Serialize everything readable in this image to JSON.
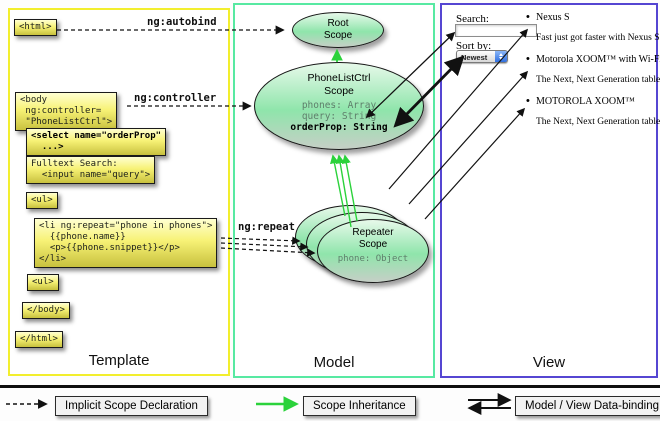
{
  "columns": {
    "template": "Template",
    "model": "Model",
    "view": "View"
  },
  "colors": {
    "template_border": "#f2ee2d",
    "model_border": "#57e9a2",
    "view_border": "#5546d2",
    "scope_inheritance_green": "#2bd23b",
    "code_box_yellow_top": "#ffffd2",
    "code_box_yellow_bottom": "#c8c13e"
  },
  "connectors": {
    "autobind": "ng:autobind",
    "controller": "ng:controller",
    "repeat": "ng:repeat"
  },
  "code": {
    "html_open": "<html>",
    "body_open": "<body\n ng:controller=\n \"PhoneListCtrl\">",
    "select": "<select name=\"orderProp\"\n  ...>",
    "fulltext": "Fulltext Search:\n  <input name=\"query\">",
    "ul_open": "<ul>",
    "li_repeat": "<li ng:repeat=\"phone in phones\">\n  {{phone.name}}\n  <p>{{phone.snippet}}</p>\n</li>",
    "ul_close": "<ul>",
    "body_close": "</body>",
    "html_close": "</html>"
  },
  "scopes": {
    "root": {
      "title": "Root\nScope"
    },
    "phonelist": {
      "title": "PhoneListCtrl\nScope",
      "prop1": "phones: Array",
      "prop2": "query: String",
      "prop3": "orderProp: String"
    },
    "repeater": {
      "title": "Repeater\nScope",
      "prop": "phone: Object"
    }
  },
  "view": {
    "search_label": "Search:",
    "sort_label": "Sort by:",
    "sort_value": "Newest",
    "items": [
      {
        "title": "Nexus S",
        "desc": "Fast just got faster with Nexus S."
      },
      {
        "title": "Motorola XOOM™  with Wi-Fi",
        "desc": "The Next, Next Generation tablet."
      },
      {
        "title": "MOTOROLA XOOM™",
        "desc": "The Next, Next Generation tablet."
      }
    ]
  },
  "legend": {
    "implicit": "Implicit Scope Declaration",
    "inheritance": "Scope Inheritance",
    "databinding": "Model / View Data-binding"
  }
}
